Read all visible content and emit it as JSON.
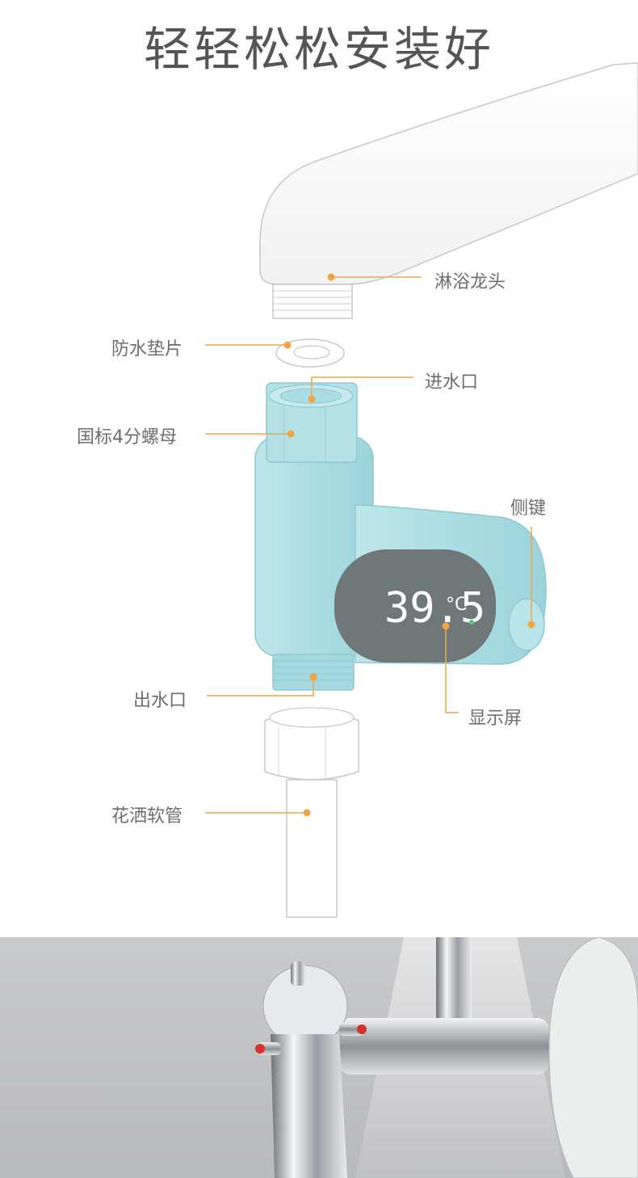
{
  "header": {
    "title_cut": "",
    "title": "轻轻松松安装好"
  },
  "display": {
    "reading": "39.5",
    "unit": "°C"
  },
  "labels": {
    "shower_faucet": "淋浴龙头",
    "washer": "防水垫片",
    "inlet": "进水口",
    "nut": "国标4分螺母",
    "side_key": "侧键",
    "outlet": "出水口",
    "screen": "显示屏",
    "hose": "花洒软管"
  },
  "colors": {
    "accent": "#f0a545",
    "device": "#a9dde3",
    "screen": "#6f7778",
    "led": "#ffffff"
  }
}
